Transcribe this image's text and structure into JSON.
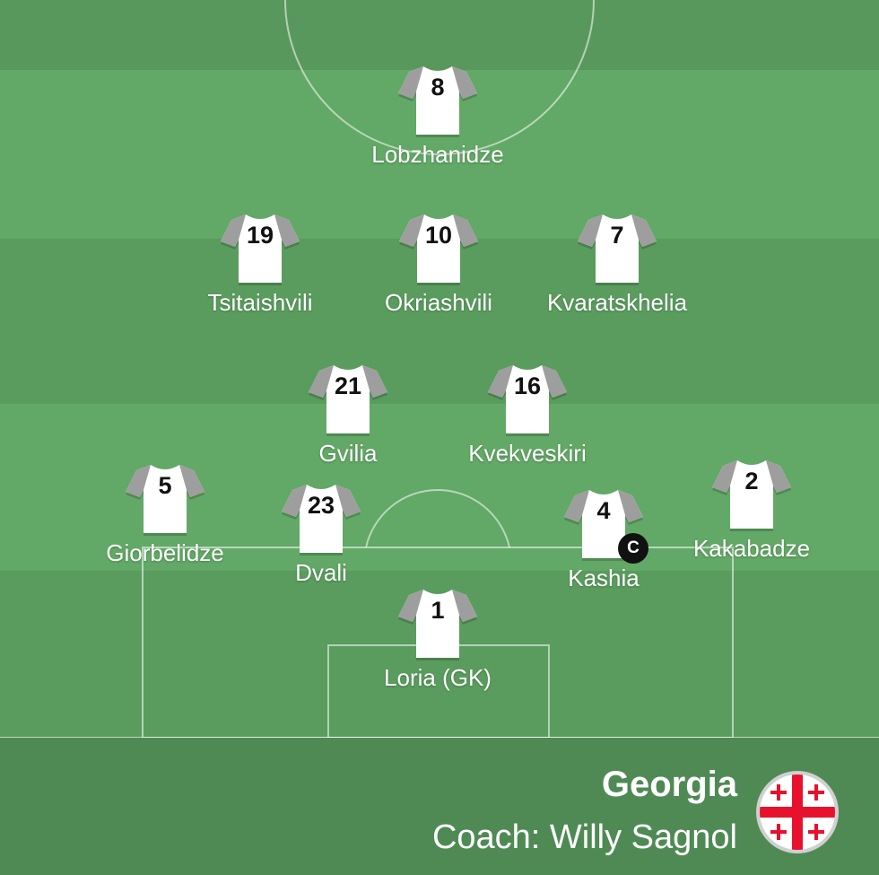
{
  "team": {
    "name": "Georgia",
    "coach": "Coach: Willy Sagnol",
    "flag_icon": "georgia-flag-icon"
  },
  "colors": {
    "pitch_dark": "#5a9c5e",
    "pitch_light": "#62a866",
    "footer": "#4f8a54",
    "shirt": "#ffffff",
    "sleeves": "#9e9e9e",
    "flag_red": "#e8112d"
  },
  "players": [
    {
      "number": "8",
      "name": "Lobzhanidze"
    },
    {
      "number": "19",
      "name": "Tsitaishvili"
    },
    {
      "number": "10",
      "name": "Okriashvili"
    },
    {
      "number": "7",
      "name": "Kvaratskhelia"
    },
    {
      "number": "21",
      "name": "Gvilia"
    },
    {
      "number": "16",
      "name": "Kvekveskiri"
    },
    {
      "number": "5",
      "name": "Giorbelidze"
    },
    {
      "number": "23",
      "name": "Dvali"
    },
    {
      "number": "4",
      "name": "Kashia",
      "captain": "C"
    },
    {
      "number": "2",
      "name": "Kakabadze"
    },
    {
      "number": "1",
      "name": "Loria (GK)"
    }
  ]
}
